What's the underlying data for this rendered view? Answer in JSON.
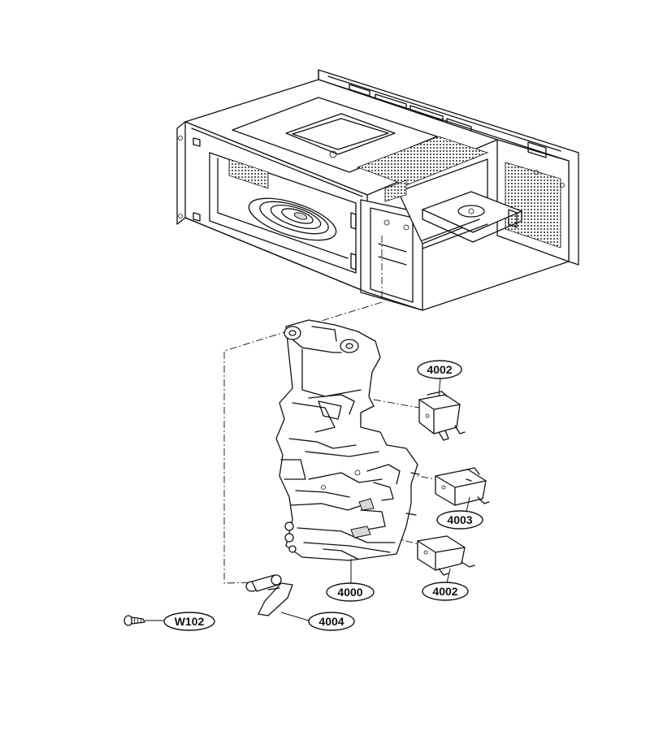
{
  "callouts": [
    {
      "id": "c-4002-top",
      "label": "4002"
    },
    {
      "id": "c-4003",
      "label": "4003"
    },
    {
      "id": "c-4002-bottom",
      "label": "4002"
    },
    {
      "id": "c-4000",
      "label": "4000"
    },
    {
      "id": "c-4004",
      "label": "4004"
    },
    {
      "id": "c-w102",
      "label": "W102"
    }
  ]
}
